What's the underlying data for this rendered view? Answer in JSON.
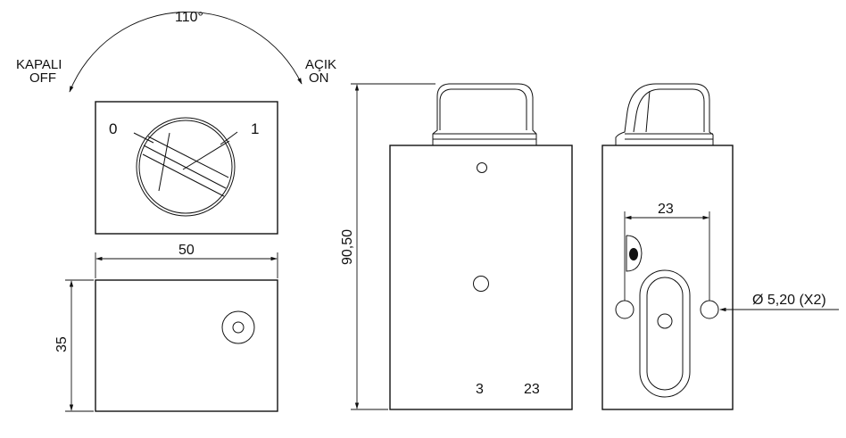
{
  "labels": {
    "angle": "110°",
    "closed_tr": "KAPALI",
    "closed_en": "OFF",
    "open_tr": "AÇIK",
    "open_en": "ON",
    "pos_zero": "0",
    "pos_one": "1",
    "width": "50",
    "depth": "35",
    "height": "90,50",
    "spacing": "23",
    "hole_callout": "Ø 5,20 (X2)",
    "mark_3": "3",
    "mark_23": "23"
  }
}
